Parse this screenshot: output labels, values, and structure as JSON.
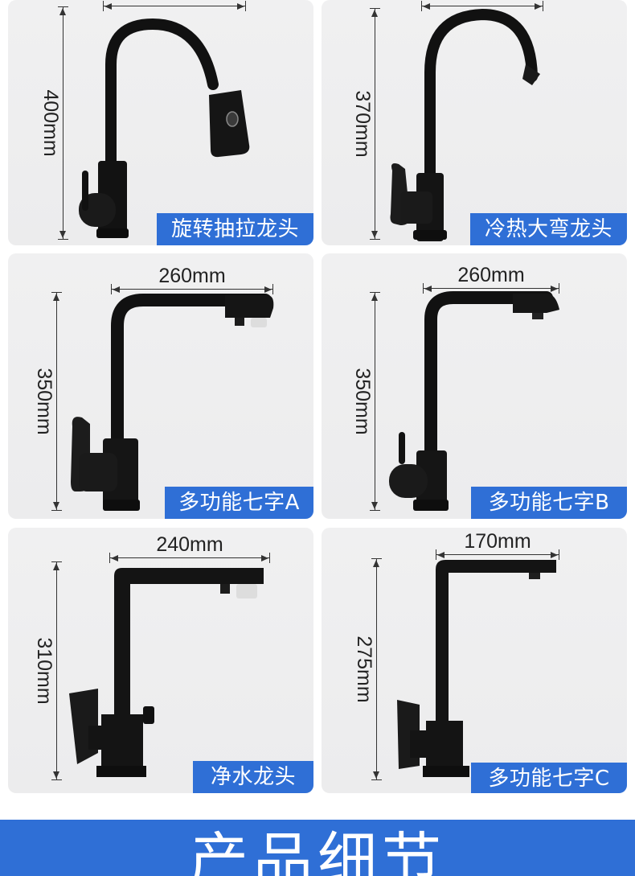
{
  "products": [
    {
      "name": "旋转抽拉龙头",
      "height": "400mm",
      "width": ""
    },
    {
      "name": "冷热大弯龙头",
      "height": "370mm",
      "width": ""
    },
    {
      "name": "多功能七字A",
      "height": "350mm",
      "width": "260mm"
    },
    {
      "name": "多功能七字B",
      "height": "350mm",
      "width": "260mm"
    },
    {
      "name": "净水龙头",
      "height": "310mm",
      "width": "240mm"
    },
    {
      "name": "多功能七字C",
      "height": "275mm",
      "width": "170mm"
    }
  ],
  "banner": {
    "title": "产品细节"
  },
  "colors": {
    "accent": "#2f6fd6",
    "card": "#efeff0",
    "faucet": "#111111"
  }
}
